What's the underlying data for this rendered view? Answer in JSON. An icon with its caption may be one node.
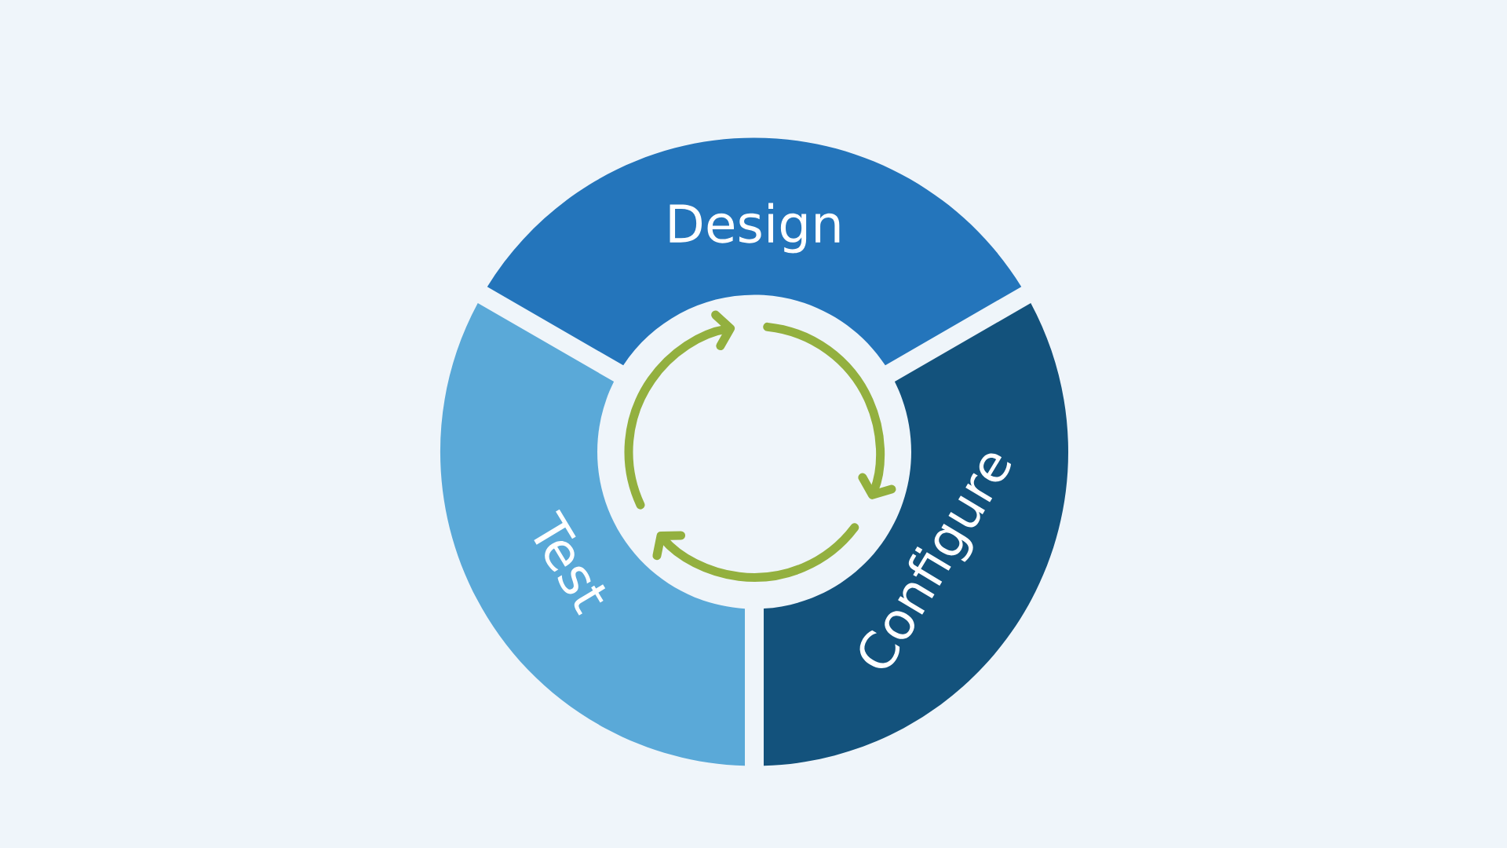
{
  "diagram": {
    "nodes": [
      {
        "text": [
          "Design"
        ]
      },
      {
        "text": [
          "Configure"
        ]
      },
      {
        "text": [
          "Test"
        ]
      }
    ],
    "edges": [
      {
        "from": 0,
        "to": 1,
        "arrow": "to"
      },
      {
        "from": 1,
        "to": 2,
        "arrow": "to"
      },
      {
        "from": 2,
        "to": 0,
        "arrow": "to"
      }
    ]
  }
}
